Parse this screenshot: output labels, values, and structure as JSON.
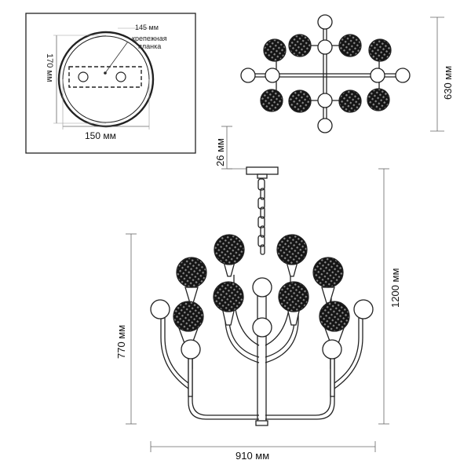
{
  "base_detail": {
    "bracket_width": "145 мм",
    "bracket_label_1": "крепежная",
    "bracket_label_2": "планка",
    "height": "170 мм",
    "width": "150 мм"
  },
  "top_view": {
    "depth": "630 мм"
  },
  "front_view": {
    "canopy_height": "26 мм",
    "total_height": "1200 мм",
    "body_height": "770 мм",
    "width": "910 мм"
  },
  "colors": {
    "line": "#2a2a2a",
    "dim_line": "#6a6a6a",
    "shade_dark": "#1a1a1a",
    "shade_light": "#ffffff"
  }
}
